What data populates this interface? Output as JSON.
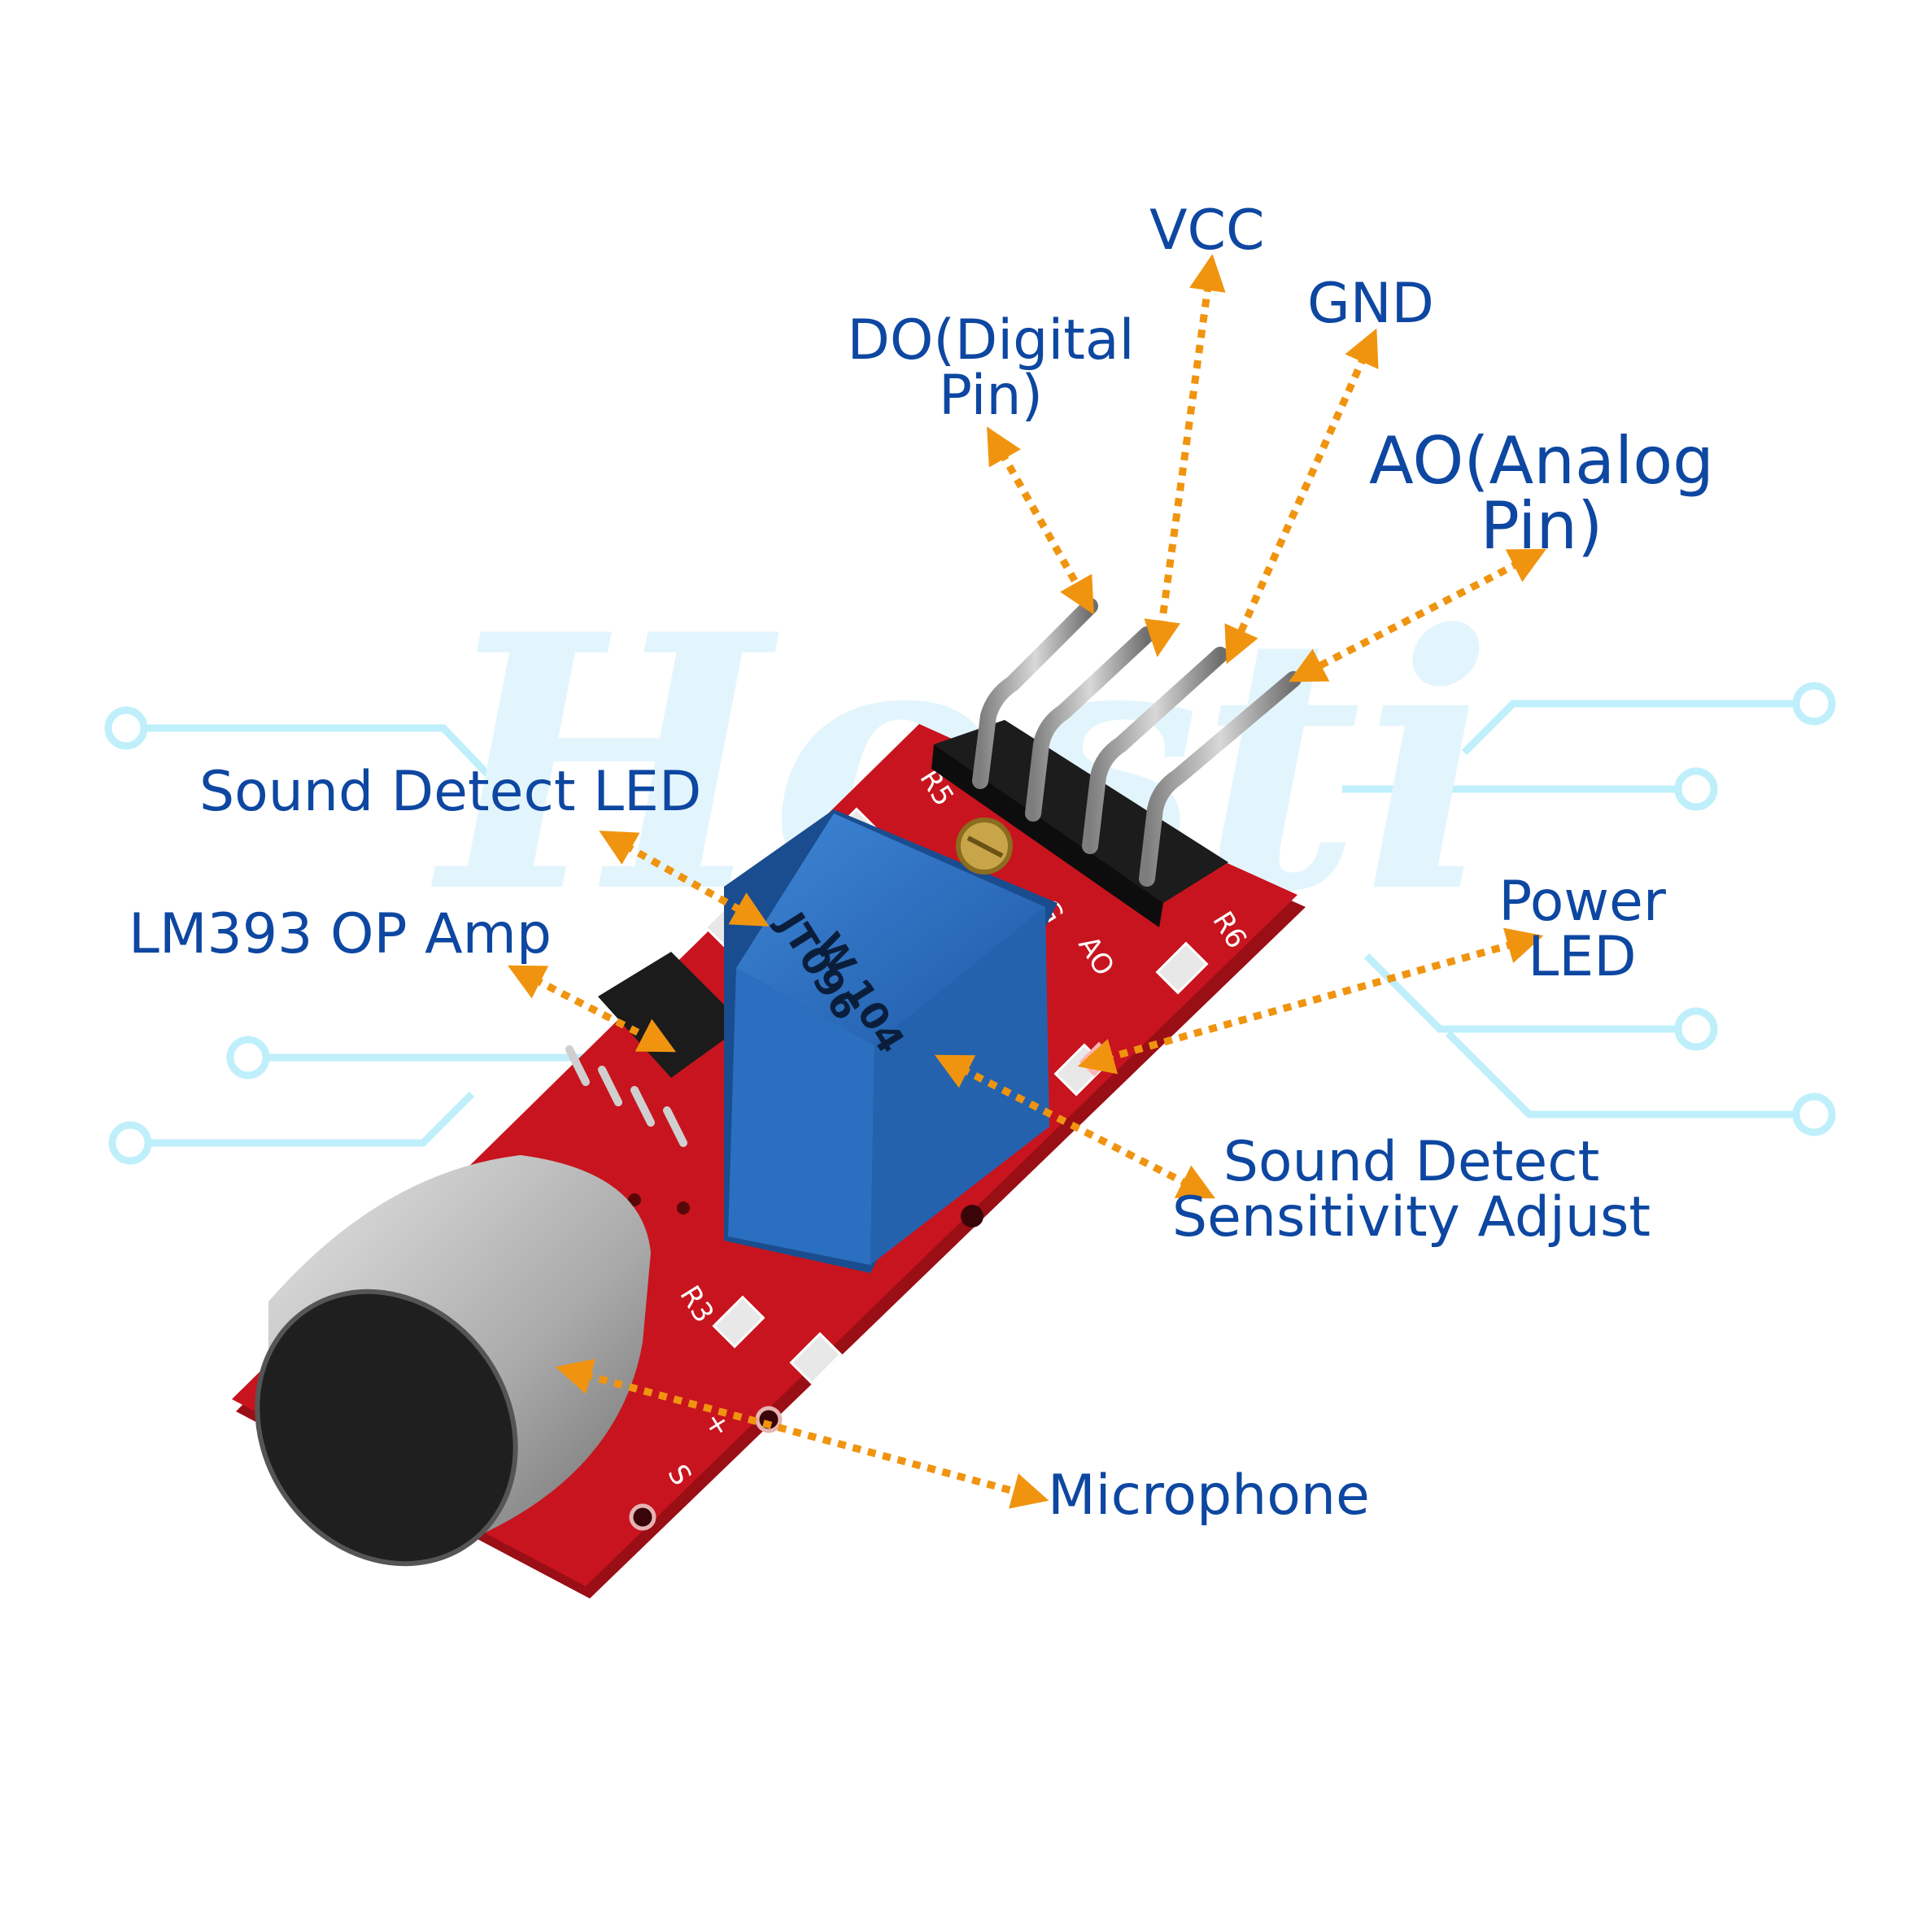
{
  "labels": {
    "vcc": "VCC",
    "gnd": "GND",
    "do_line1": "DO(Digital",
    "do_line2": "Pin)",
    "ao_line1": "AO(Analog",
    "ao_line2": "Pin)",
    "sound_detect_led": "Sound Detect LED",
    "lm393": "LM393 OP Amp",
    "power_led_line1": "Power",
    "power_led_line2": "LED",
    "sensitivity_line1": "Sound Detect",
    "sensitivity_line2": "Sensitivity Adjust",
    "microphone": "Microphone"
  },
  "board_silkscreen": {
    "potentiometer_code_1": "W 104",
    "potentiometer_code_2": "JT096",
    "pin_g": "G",
    "pin_ao": "AO",
    "r6": "R6",
    "r5": "R5",
    "r3": "R3",
    "s": "S",
    "plus": "+"
  },
  "colors": {
    "label_text": "#0d47a1",
    "arrow": "#f0940f",
    "pcb_red": "#c8141e",
    "potentiometer_blue": "#2b6fc0",
    "watermark": "#e3f5fc",
    "circuit_trace": "#bfeffb"
  }
}
